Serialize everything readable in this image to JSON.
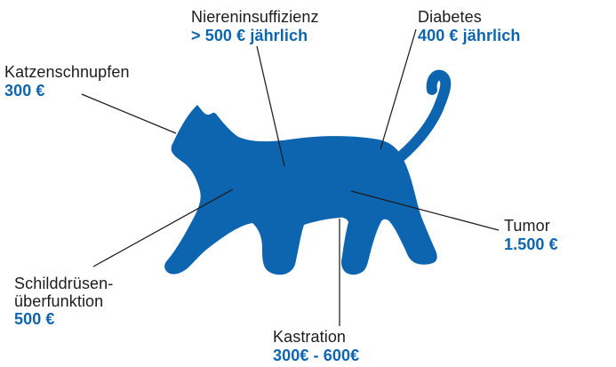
{
  "colors": {
    "accent_blue": "#0d65b0",
    "text_ink": "#1c1c1c",
    "background": "#ffffff"
  },
  "illustration": {
    "icon": "cat-silhouette-icon",
    "description": "walking cat silhouette with curled tail"
  },
  "annotations": {
    "katzenschnupfen": {
      "label": "Katzenschnupfen",
      "value": "300 €"
    },
    "niereninsuffizienz": {
      "label": "Niereninsuffizienz",
      "value": "> 500 € jährlich"
    },
    "diabetes": {
      "label": "Diabetes",
      "value": "400 € jährlich"
    },
    "tumor": {
      "label": "Tumor",
      "value": "1.500 €"
    },
    "schilddruesenueberfunktion": {
      "label_line1": "Schilddrüsen-",
      "label_line2": "überfunktion",
      "value": "500 €"
    },
    "kastration": {
      "label": "Kastration",
      "value": "300€ - 600€"
    }
  }
}
